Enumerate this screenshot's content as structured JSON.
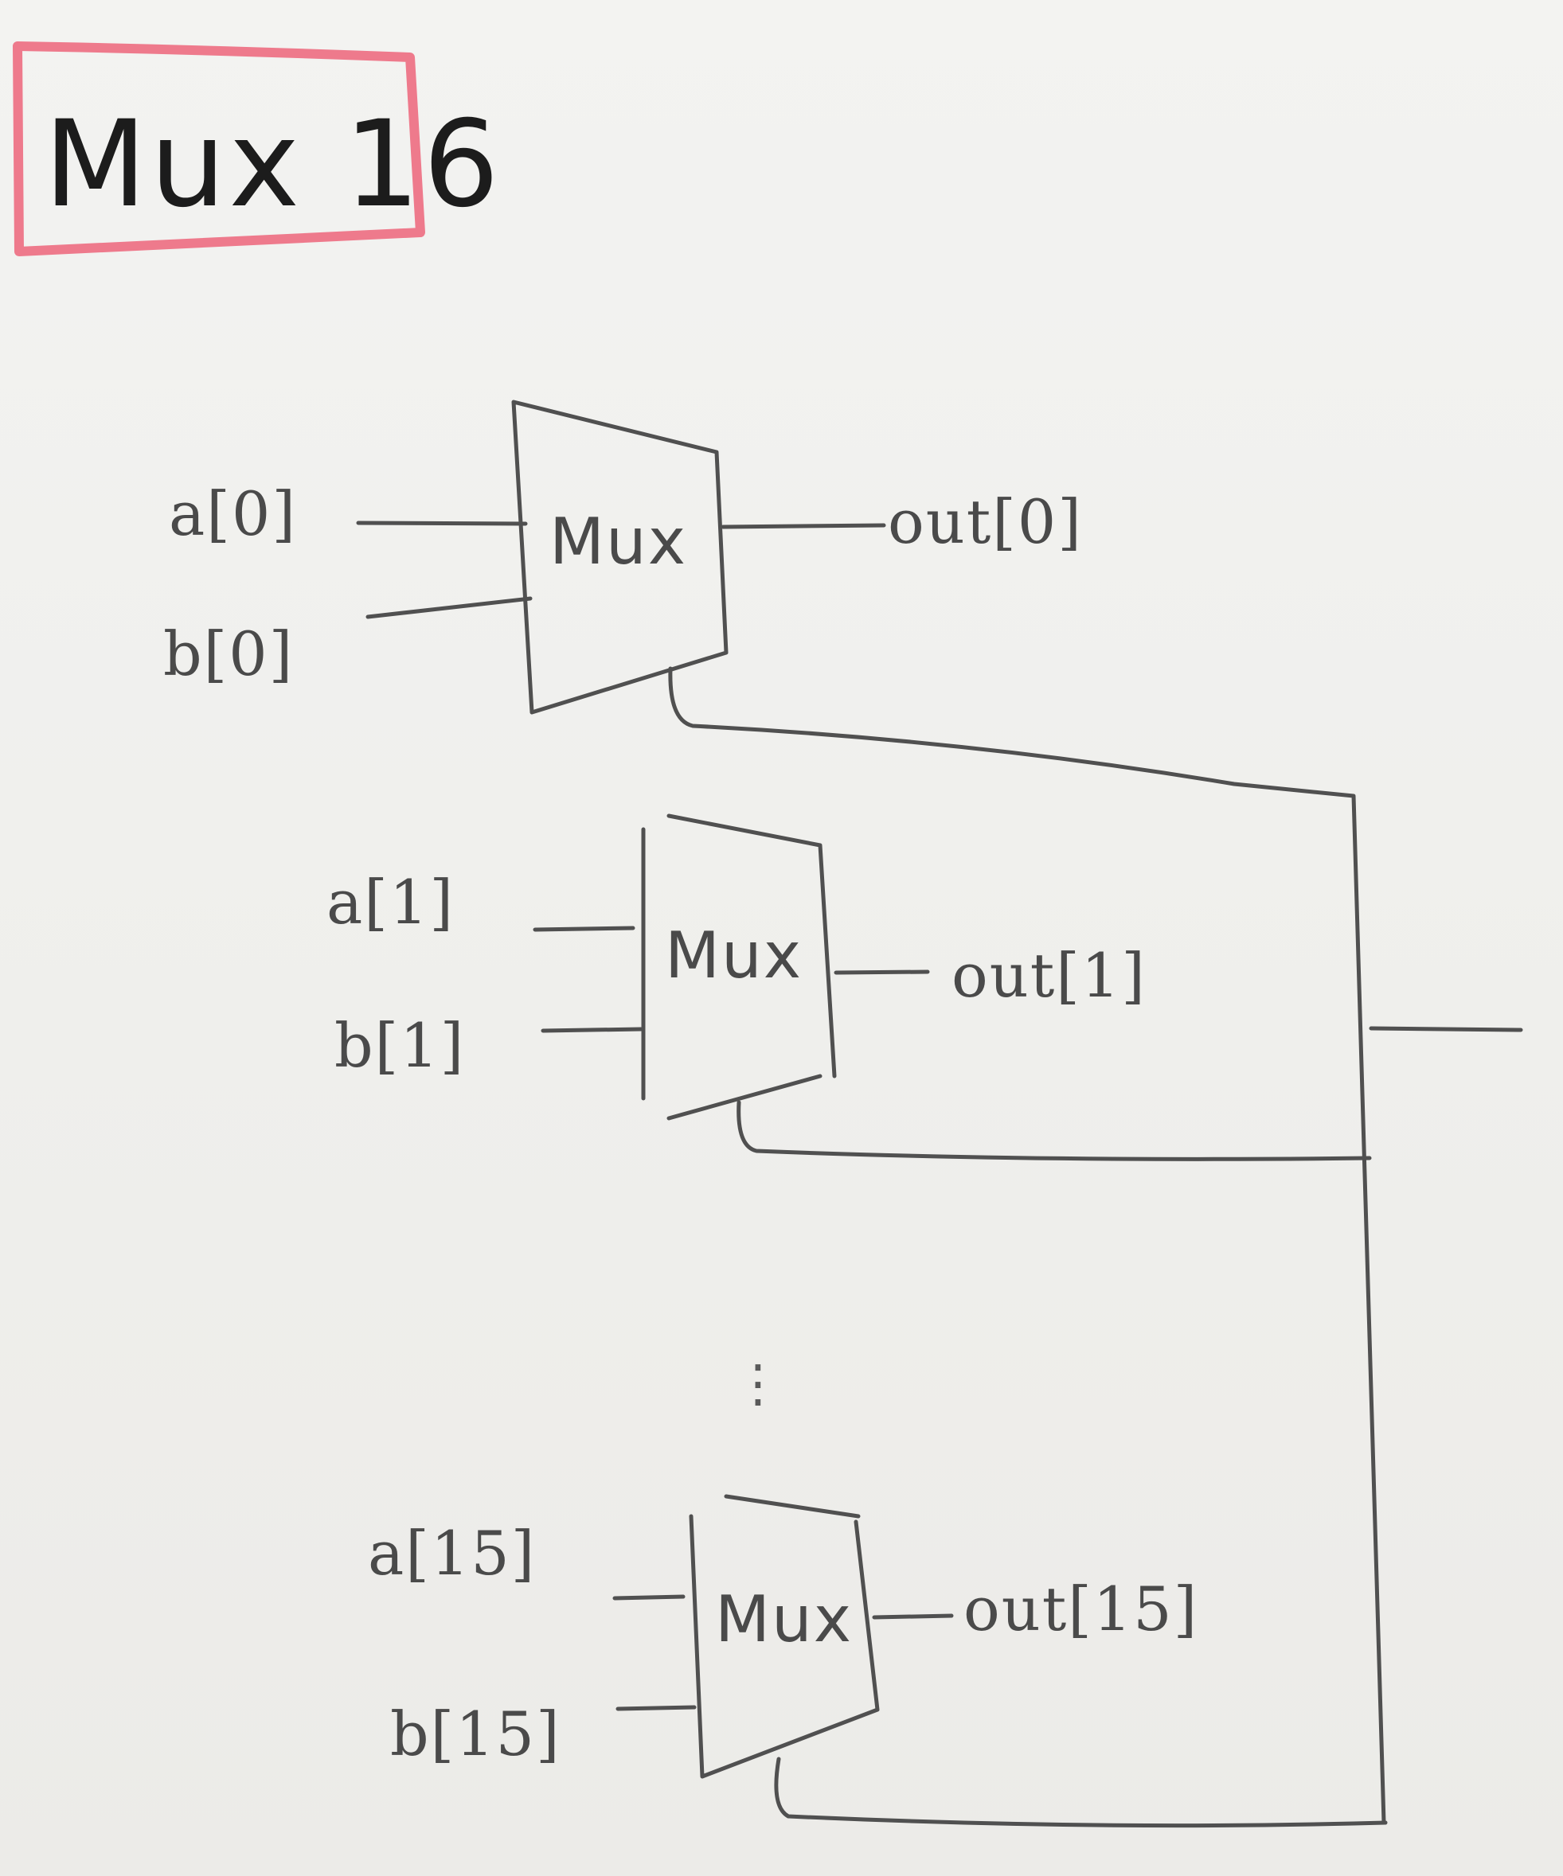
{
  "title": "Mux 16",
  "muxes": [
    {
      "a": "a[0]",
      "b": "b[0]",
      "label": "Mux",
      "out": "out[0]"
    },
    {
      "a": "a[1]",
      "b": "b[1]",
      "label": "Mux",
      "out": "out[1]"
    },
    {
      "a": "a[15]",
      "b": "b[15]",
      "label": "Mux",
      "out": "out[15]"
    }
  ],
  "ellipsis": "⋮",
  "colors": {
    "ink": "#505050",
    "highlight": "#ee7a8c",
    "paper": "#f0f0ee"
  }
}
